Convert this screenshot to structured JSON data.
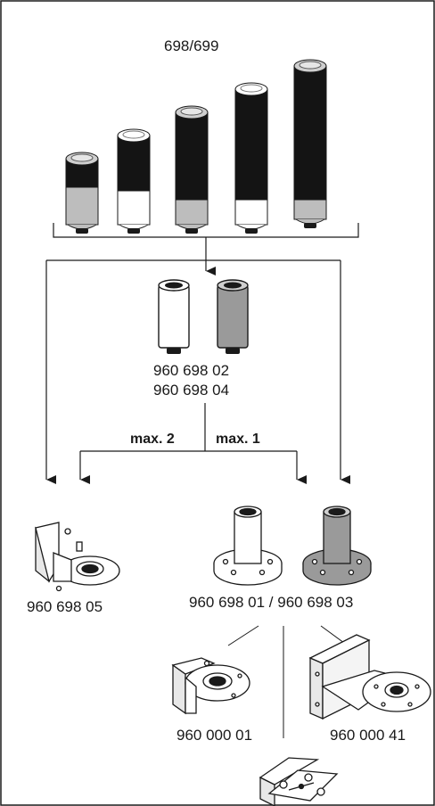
{
  "title": "698/699",
  "adapters": {
    "line1": "960 698 02",
    "line2": "960 698 04"
  },
  "branch_left": "max. 2",
  "branch_right": "max. 1",
  "parts": {
    "wall_bracket": "960 698 05",
    "tube_bases": "960 698 01 / 960 698 03",
    "angle_bracket": "960 000 01",
    "wall_arm": "960 000 41"
  },
  "colors": {
    "outline": "#1a1a1a",
    "black_body": "#141414",
    "grey_body": "#9a9a9a",
    "light_grey": "#cfcfcf",
    "white": "#ffffff"
  }
}
